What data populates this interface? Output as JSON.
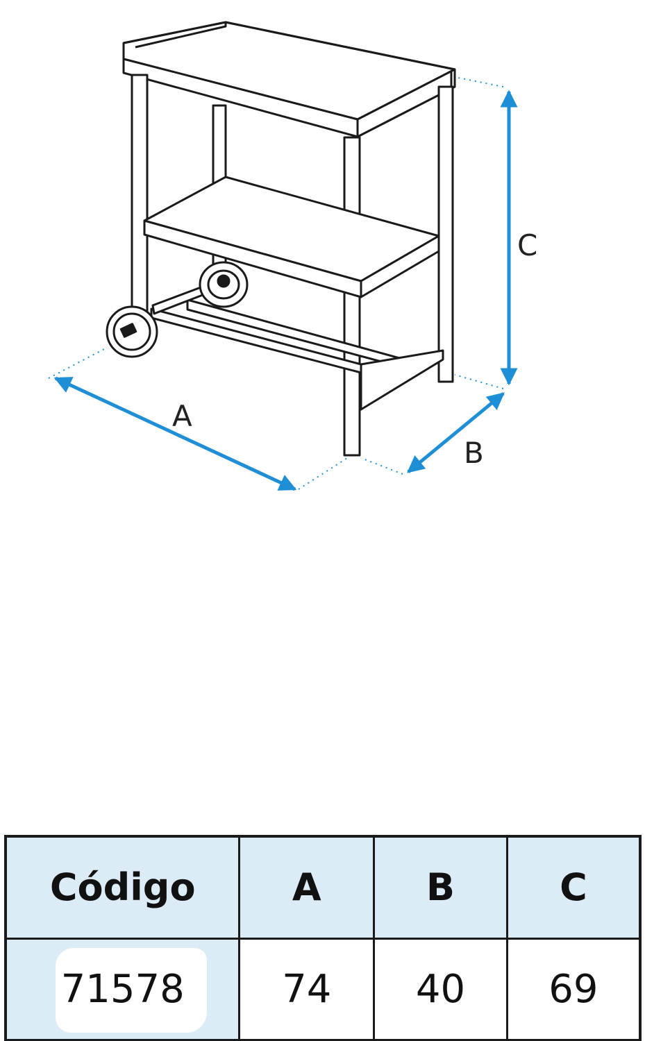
{
  "colors": {
    "arrow": "#1e8fd6",
    "header_bg": "#dcecf7",
    "row_bg": "#dcecf7",
    "line": "#1a1a1a"
  },
  "diagram": {
    "dimension_labels": {
      "a": "A",
      "b": "B",
      "c": "C"
    }
  },
  "table": {
    "headers": {
      "code": "Código",
      "a": "A",
      "b": "B",
      "c": "C"
    },
    "rows": [
      {
        "code": "71578",
        "a": "74",
        "b": "40",
        "c": "69"
      }
    ]
  }
}
